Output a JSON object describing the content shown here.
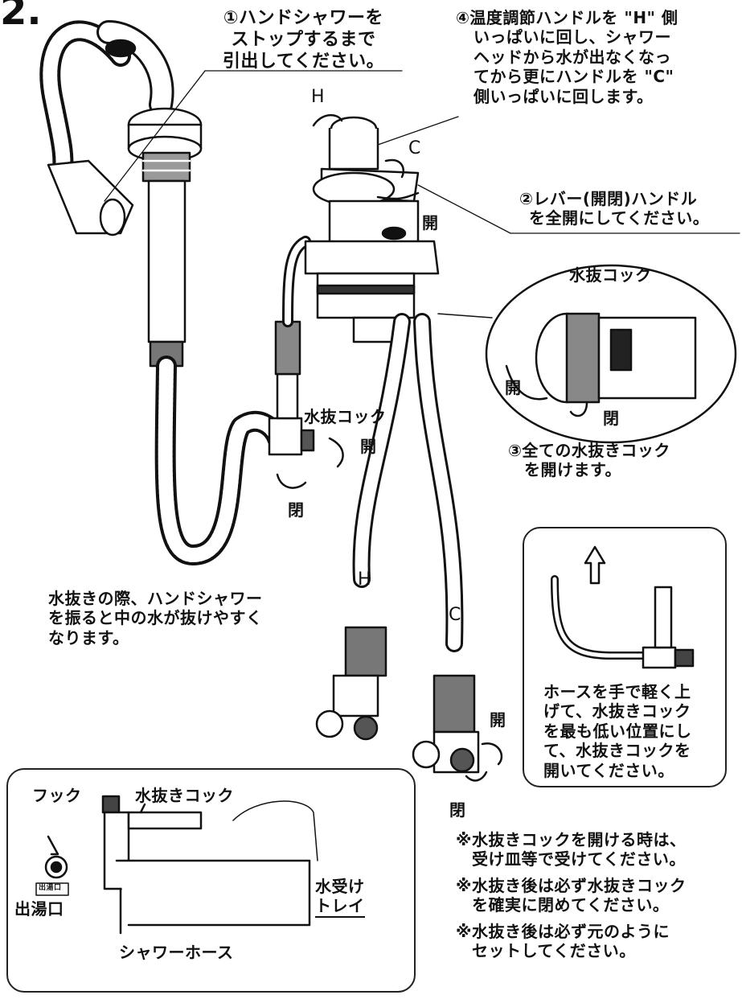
{
  "step_number": "2.",
  "labels": {
    "handshower": [
      "①ハンドシャワーを",
      "ストップするまで",
      "引出してください。"
    ],
    "temperature": [
      "④温度調節ハンドルを \"H\" 側",
      "いっぱいに回し、シャワー",
      "ヘッドから水が出なくなっ",
      "てから更にハンドルを \"C\"",
      "側いっぱいに回します。"
    ],
    "lever": [
      "②レバー(開閉)ハンドル",
      "を全開にしてください。"
    ],
    "all_cocks": [
      "③全ての水抜きコック",
      "を開けます。"
    ],
    "shake": [
      "水抜きの際、ハンドシャワー",
      "を振ると中の水が抜けやすく",
      "なります。"
    ],
    "lift_hose": [
      "ホースを手で軽く上",
      "げて、水抜きコック",
      "を最も低い位置にし",
      "て、水抜きコックを",
      "開いてください。"
    ],
    "notes": [
      "※水抜きコックを開ける時は、",
      "受け皿等で受けてください。",
      "※水抜き後は必ず水抜きコック",
      "を確実に閉めてください。",
      "※水抜き後は必ず元のように",
      "セットしてください。"
    ]
  },
  "callouts": {
    "H": "H",
    "C": "C",
    "open": "開",
    "close": "閉",
    "drain_cock": "水抜コック",
    "drain_cock2": "水抜きコック",
    "hook": "フック",
    "outlet": "出湯口",
    "outlet_small": "出湯口",
    "tray": [
      "水受け",
      "トレイ"
    ],
    "shower_hose": "シャワーホース"
  }
}
